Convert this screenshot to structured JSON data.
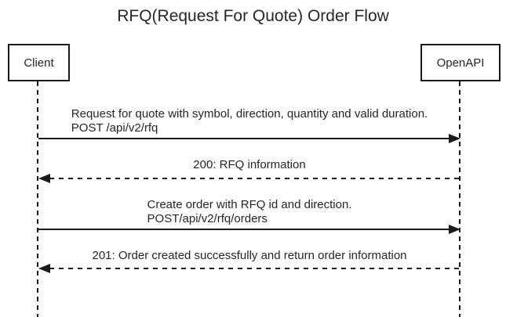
{
  "title": "RFQ(Request For Quote) Order Flow",
  "actors": [
    {
      "id": "client",
      "label": "Client"
    },
    {
      "id": "openapi",
      "label": "OpenAPI"
    }
  ],
  "messages": [
    {
      "from": "Client",
      "to": "OpenAPI",
      "line_style": "solid",
      "direction": "right",
      "lines": [
        "Request for quote with symbol, direction, quantity and valid duration.",
        "POST /api/v2/rfq"
      ]
    },
    {
      "from": "OpenAPI",
      "to": "Client",
      "line_style": "dashed",
      "direction": "left",
      "lines": [
        "200: RFQ information"
      ]
    },
    {
      "from": "Client",
      "to": "OpenAPI",
      "line_style": "solid",
      "direction": "right",
      "lines": [
        "Create order with RFQ id and direction.",
        "POST/api/v2/rfq/orders"
      ]
    },
    {
      "from": "OpenAPI",
      "to": "Client",
      "line_style": "dashed",
      "direction": "left",
      "lines": [
        "201: Order created successfully and return order information"
      ]
    }
  ],
  "colors": {
    "line": "#1a1a1a",
    "text": "#262626",
    "background": "#ffffff"
  }
}
